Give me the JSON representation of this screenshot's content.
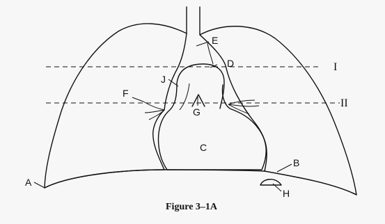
{
  "labels": {
    "a": "A",
    "b": "B",
    "c": "C",
    "d": "D",
    "e": "E",
    "f": "F",
    "g": "G",
    "h": "H",
    "j": "J"
  },
  "planes": {
    "one": "I",
    "two": "II"
  },
  "caption": "Figure 3–1A"
}
